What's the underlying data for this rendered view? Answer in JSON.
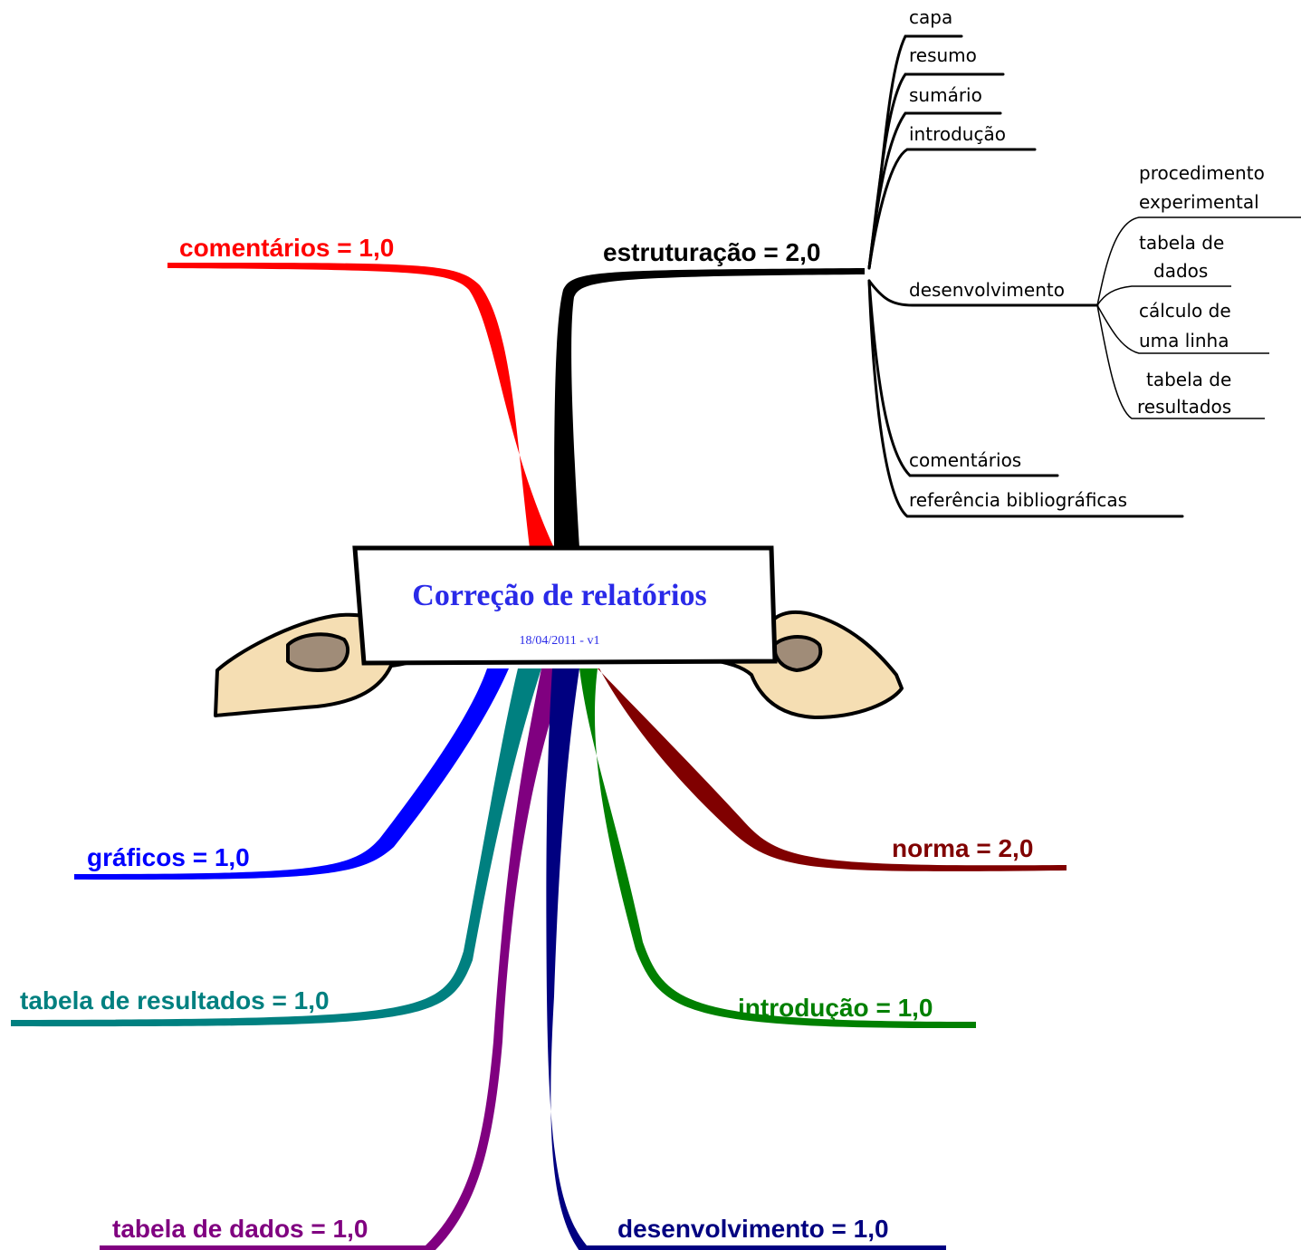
{
  "center": {
    "title": "Correção de relatórios",
    "subtitle": "18/04/2011 - v1",
    "title_color": "#2a2ae8"
  },
  "branches": {
    "comentarios": {
      "label": "comentários = 1,0",
      "color": "#ff0000"
    },
    "estruturacao": {
      "label": "estruturação = 2,0",
      "color": "#000000"
    },
    "graficos": {
      "label": "gráficos = 1,0",
      "color": "#0000ff"
    },
    "tabela_resultados": {
      "label": "tabela de resultados = 1,0",
      "color": "#008080"
    },
    "tabela_dados": {
      "label": "tabela de dados = 1,0",
      "color": "#800080"
    },
    "desenvolvimento": {
      "label": "desenvolvimento = 1,0",
      "color": "#000080"
    },
    "introducao": {
      "label": "introdução = 1,0",
      "color": "#008000"
    },
    "norma": {
      "label": "norma = 2,0",
      "color": "#800000"
    }
  },
  "estruturacao_items": {
    "capa": "capa",
    "resumo": "resumo",
    "sumario": "sumário",
    "introducao": "introdução",
    "desenvolvimento": "desenvolvimento",
    "comentarios": "comentários",
    "referencias": "referência bibliográficas"
  },
  "desenvolvimento_items": {
    "procedimento_1": "procedimento",
    "procedimento_2": "experimental",
    "tabela_dados_1": "tabela de",
    "tabela_dados_2": "dados",
    "calculo_1": "cálculo de",
    "calculo_2": "uma linha",
    "tabela_resultados_1": "tabela de",
    "tabela_resultados_2": "resultados"
  },
  "colors": {
    "hand_fill": "#f5deb3",
    "hand_outline": "#000000"
  }
}
